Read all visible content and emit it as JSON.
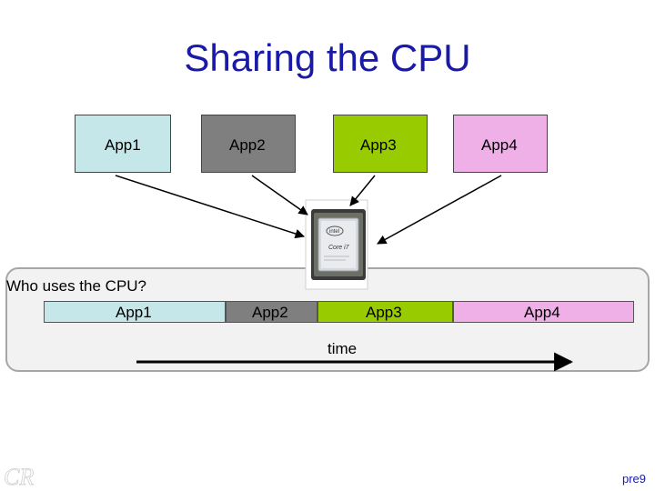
{
  "slide": {
    "title": "Sharing the CPU",
    "apps": [
      "App1",
      "App2",
      "App3",
      "App4"
    ],
    "question": "Who uses the CPU?",
    "timeline": [
      "App1",
      "App2",
      "App3",
      "App4"
    ],
    "time_label": "time",
    "page_label": "pre9",
    "logo_text": "CR"
  },
  "colors": {
    "title": "#1a1aa8",
    "app1": "#c5e7ea",
    "app2": "#7f7f7f",
    "app3": "#99cc00",
    "app4": "#eeb0e6"
  }
}
